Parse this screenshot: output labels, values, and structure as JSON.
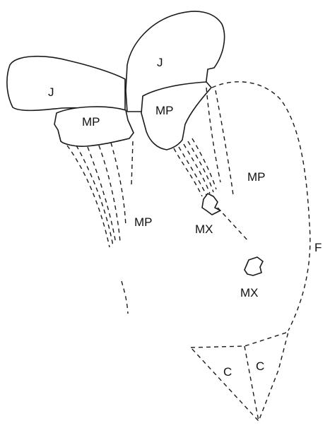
{
  "labels": {
    "j_left": "J",
    "j_right": "J",
    "mp_left_bone": "MP",
    "mp_right_bone": "MP",
    "mp_left_region": "MP",
    "mp_right_region": "MP",
    "mx_upper": "MX",
    "mx_lower": "MX",
    "f_outline": "F",
    "c_left": "C",
    "c_right": "C"
  }
}
